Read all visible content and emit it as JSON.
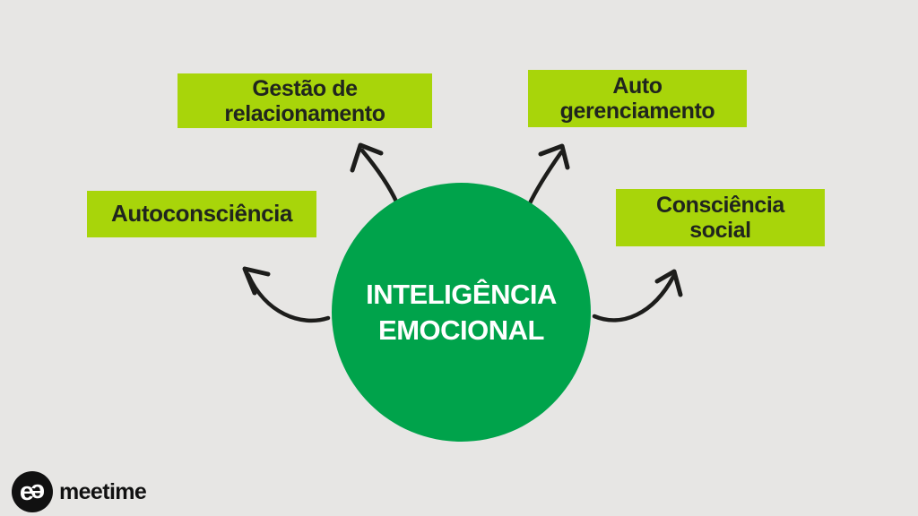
{
  "colors": {
    "background": "#e7e6e4",
    "box_fill": "#a8d50a",
    "box_text": "#20251e",
    "circle_fill": "#00a34b",
    "circle_text": "#ffffff",
    "arrow": "#1d1d1b",
    "logo": "#111111"
  },
  "diagram": {
    "center": {
      "lines": [
        "INTELIGÊNCIA",
        "EMOCIONAL"
      ]
    },
    "boxes": [
      {
        "name": "gestao-de-relacionamento",
        "lines": [
          "Gestão de",
          "relacionamento"
        ]
      },
      {
        "name": "auto-gerenciamento",
        "lines": [
          "Auto",
          "gerenciamento"
        ]
      },
      {
        "name": "autoconsciencia",
        "lines": [
          "Autoconsciência"
        ]
      },
      {
        "name": "consciencia-social",
        "lines": [
          "Consciência",
          "social"
        ]
      }
    ]
  },
  "logo": {
    "icon_letter": "e",
    "wordmark": "meetime"
  }
}
